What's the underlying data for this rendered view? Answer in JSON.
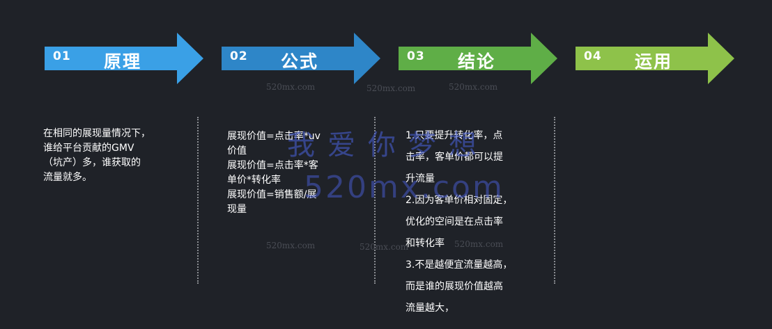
{
  "steps": [
    {
      "num": "01",
      "title": "原理",
      "color": "#3aa0e6"
    },
    {
      "num": "02",
      "title": "公式",
      "color": "#2e86c8"
    },
    {
      "num": "03",
      "title": "结论",
      "color": "#5fae47"
    },
    {
      "num": "04",
      "title": "运用",
      "color": "#8ec24a"
    }
  ],
  "columns": {
    "principle": [
      "在相同的展现量情况下，",
      "谁给平台贡献的GMV",
      "（坑产）多，谁获取的",
      "流量就多。"
    ],
    "formula": [
      "展现价值=点击率*uv",
      "价值",
      "展现价值=点击率*客",
      "单价*转化率",
      "展现价值=销售额/展",
      "现量"
    ],
    "conclusion": [
      "1.只要提升转化率，点",
      "击率，客单价都可以提",
      "升流量",
      "2.因为客单价相对固定，",
      "优化的空间是在点击率",
      "和转化率",
      "3.不是越便宜流量越高，",
      "而是谁的展现价值越高",
      "流量越大，"
    ]
  },
  "watermark": {
    "small": "520mx.com",
    "big_cn": "我爱你梦想",
    "big_url": "520mx.com"
  }
}
